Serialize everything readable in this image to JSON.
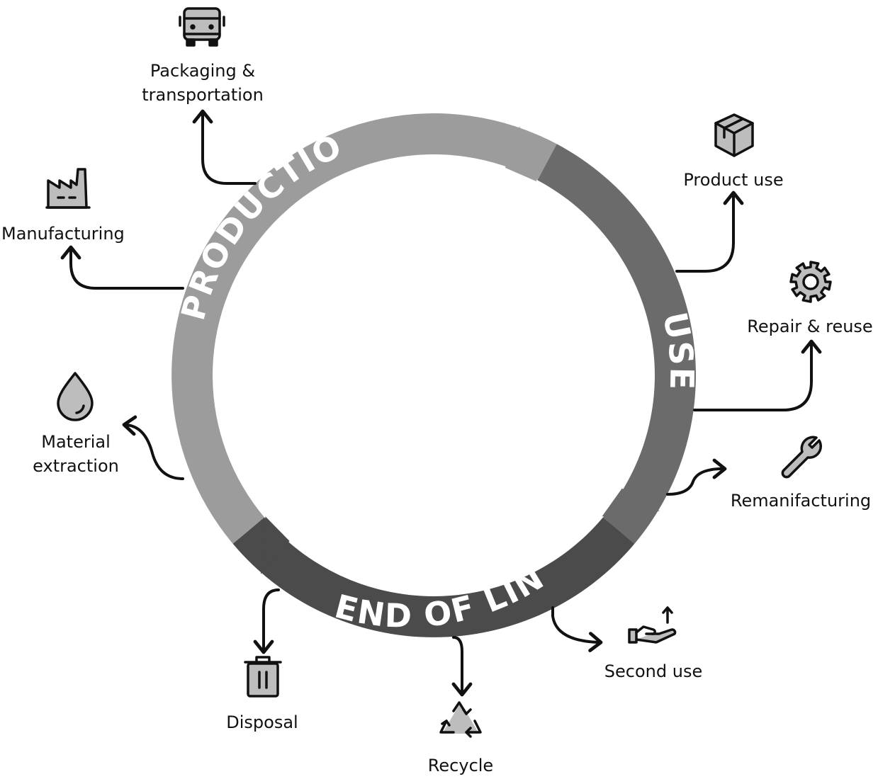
{
  "phases": {
    "production": "PRODUCTION",
    "use": "USE",
    "end_of_line": "END OF LINE"
  },
  "stages": {
    "packaging": "Packaging &\ntransportation",
    "manufacturing": "Manufacturing",
    "material_extraction": "Material\nextraction",
    "product_use": "Product use",
    "repair_reuse": "Repair & reuse",
    "remanufacturing": "Remanifacturing",
    "second_use": "Second use",
    "disposal": "Disposal",
    "recycle": "Recycle"
  },
  "icons": {
    "packaging": "truck-icon",
    "manufacturing": "factory-icon",
    "material_extraction": "drop-icon",
    "product_use": "box-icon",
    "repair_reuse": "gear-icon",
    "remanufacturing": "wrench-icon",
    "second_use": "hand-icon",
    "disposal": "trash-icon",
    "recycle": "recycle-icon"
  },
  "colors": {
    "production": "#9c9c9c",
    "use": "#6b6b6b",
    "end_of_line": "#4b4b4b",
    "icon_fill": "#bdbdbd",
    "stroke": "#111111"
  }
}
